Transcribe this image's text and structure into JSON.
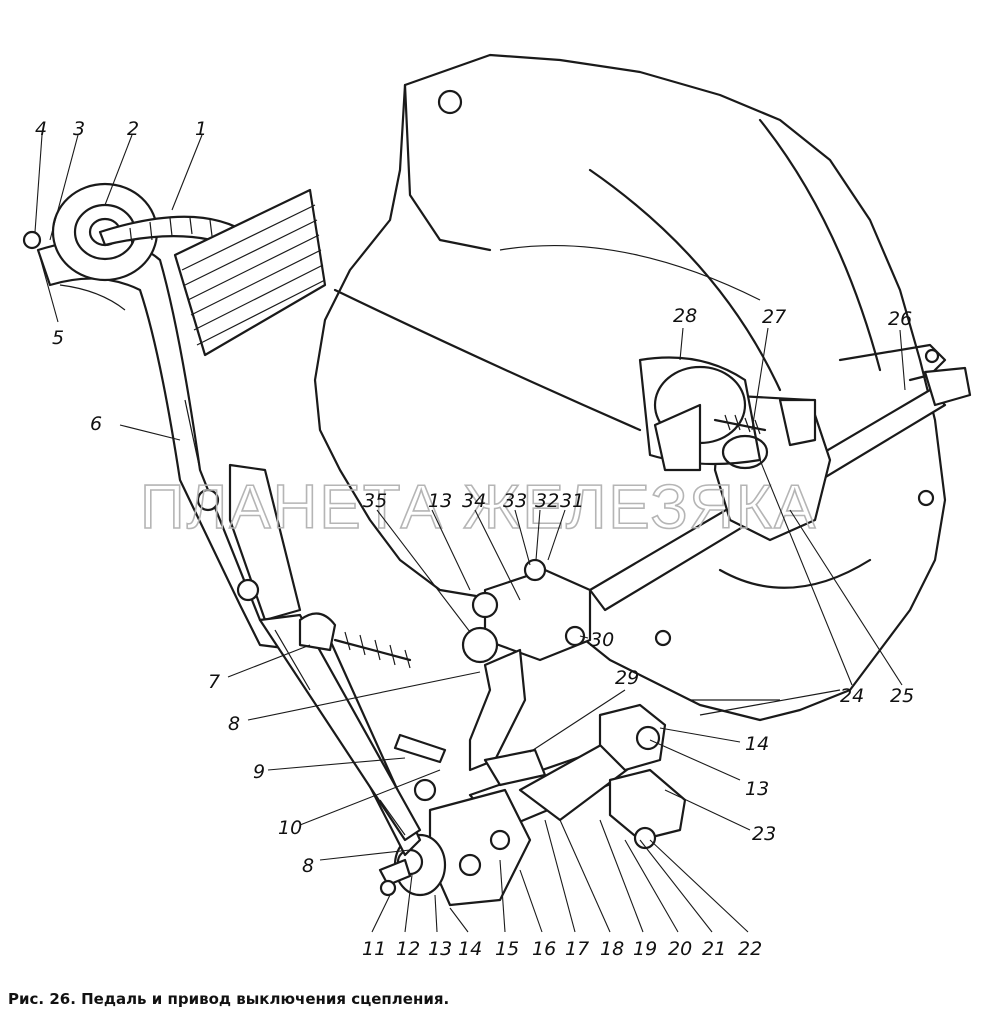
{
  "watermark": "ПЛАНЕТА ЖЕЛЕЗЯКА",
  "caption": "Рис. 26. Педаль и привод выключения сцепления.",
  "callouts": [
    "1",
    "2",
    "3",
    "4",
    "5",
    "6",
    "7",
    "8",
    "9",
    "10",
    "11",
    "12",
    "13",
    "14",
    "15",
    "16",
    "17",
    "18",
    "19",
    "20",
    "21",
    "22",
    "23",
    "24",
    "25",
    "26",
    "27",
    "28",
    "29",
    "30",
    "31",
    "32",
    "33",
    "34",
    "35",
    "13",
    "14",
    "13",
    "8",
    "13",
    "14"
  ]
}
